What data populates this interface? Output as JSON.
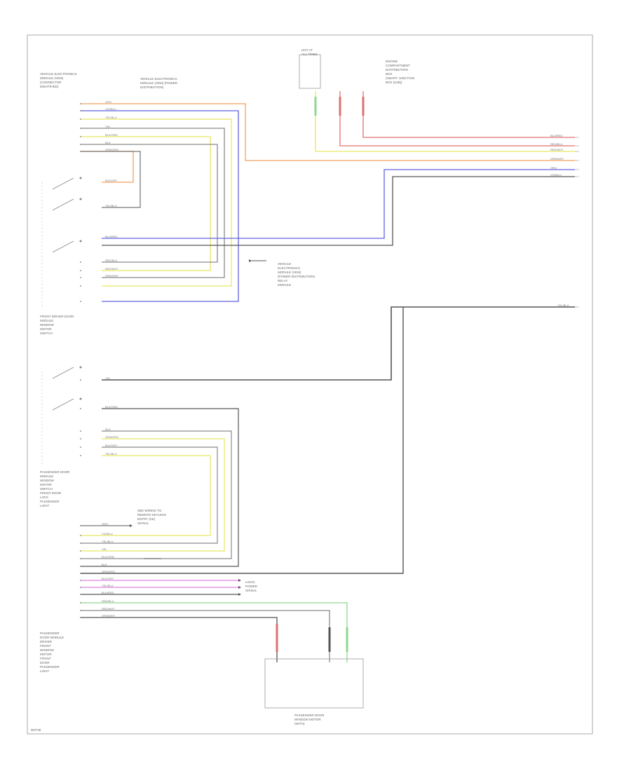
{
  "figure_id": "W0738",
  "blocks": {
    "top_left_connector": [
      "VEHICLE ELECTRONICS",
      "MODULE (VEM)",
      "(CONNECTOR",
      "IDENTIFIED)"
    ],
    "top_left_note": [
      "VEHICLE ELECTRONICS",
      "MODULE (VEM) (POWER",
      "DISTRIBUTION)"
    ],
    "top_fuse_left": [
      "HOT AT",
      "ALL TIMES"
    ],
    "top_fuse_right": [
      "ENGINE",
      "COMPARTMENT",
      "DISTRIBUTION",
      "BOX",
      "(SMART JUNCTION",
      "BOX (SJB))"
    ],
    "right_mid_note": [
      "VEHICLE",
      "ELECTRONICS",
      "MODULE (VEM)",
      "(POWER DISTRIBUTION)",
      "RELAY",
      "MODULE"
    ],
    "left_mid_switch": [
      "FRONT DRIVER DOOR",
      "MODULE",
      "WINDOW",
      "MOTOR",
      "SWITCH"
    ],
    "left_lower_switch": [
      "PASSENGER DOOR",
      "MODULE",
      "WINDOW",
      "MOTOR",
      "SWITCH",
      "FRONT DOOR",
      "LOCK",
      "PASSENGER",
      "LIGHT"
    ],
    "lower_note": [
      "SEE WIRING TO",
      "REMOTE KEYLESS",
      "ENTRY (KE)",
      "SIGNAL"
    ],
    "right_lower_note": [
      "LOGIC",
      "POWER",
      "SIGNAL"
    ],
    "bottom_left_block": [
      "PASSENGER",
      "DOOR MODULE",
      "DRIVER",
      "FRONT",
      "WINDOW",
      "MOTOR",
      "FRONT",
      "DOOR",
      "PASSENGER",
      "LIGHT"
    ],
    "bottom_box": [
      "PASSENGER DOOR",
      "WINDOW MOTOR",
      "(WITH)"
    ]
  },
  "wire_colors": [
    "ORG",
    "VIO/BLU",
    "YEL/BLU",
    "YEL",
    "BLK/GRN",
    "BLK",
    "GRN/ORG",
    "BLK/GRY",
    "YEL/BLU",
    "BLU/RED",
    "RED/BLU",
    "RED/WHT",
    "GRN/WHT"
  ],
  "colors": {
    "orange": "#f0a060",
    "blue": "#6060e0",
    "yellow": "#e8e860",
    "red": "#e07070",
    "green": "#8fd88f",
    "gray": "#8a8a8a",
    "dark": "#555555",
    "pink": "#e080e0"
  }
}
